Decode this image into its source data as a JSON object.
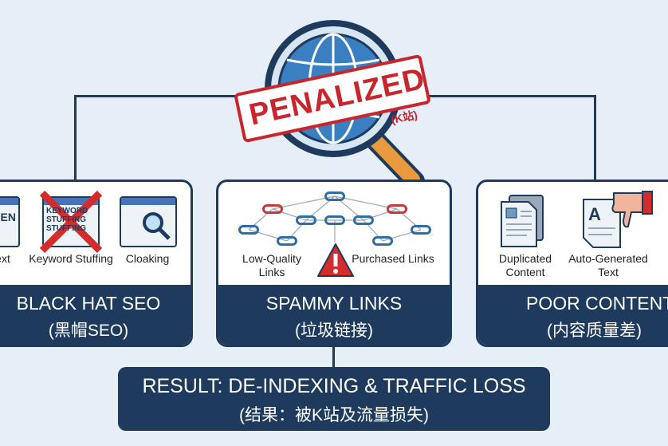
{
  "stamp": {
    "main": "PENALIZED",
    "sub": "(K站)"
  },
  "panels": [
    {
      "title": "BLACK HAT SEO",
      "subtitle": "(黑帽SEO)",
      "items": [
        {
          "label": "Hidden Text",
          "icon": "hidden-text-window-icon",
          "icon_text": "EN"
        },
        {
          "label": "Keyword Stuffing",
          "icon": "crossed-keyword-window-icon",
          "icon_text": "KEYWORD STUFFING STUFFING"
        },
        {
          "label": "Cloaking",
          "icon": "magnifier-window-icon"
        }
      ]
    },
    {
      "title": "SPAMMY LINKS",
      "subtitle": "(垃圾链接)",
      "items": [
        {
          "label": "Low-Quality Links",
          "icon": "chain-link-icon"
        },
        {
          "label": "Purchased Links",
          "icon": "chain-link-icon"
        }
      ],
      "center_icon": "warning-icon"
    },
    {
      "title": "POOR CONTENT",
      "subtitle": "(内容质量差)",
      "items": [
        {
          "label": "Duplicated Content",
          "icon": "duplicate-document-icon"
        },
        {
          "label": "Auto-Generated Text",
          "icon": "document-thumbs-down-icon",
          "icon_text": "A"
        }
      ]
    }
  ],
  "result": {
    "title": "RESULT: DE-INDEXING & TRAFFIC LOSS",
    "subtitle": "(结果：被K站及流量损失)"
  },
  "colors": {
    "navy": "#1e3a5c",
    "background": "#e6eff7",
    "stamp_red": "#c8262c",
    "link_blue": "#2f6da6"
  }
}
